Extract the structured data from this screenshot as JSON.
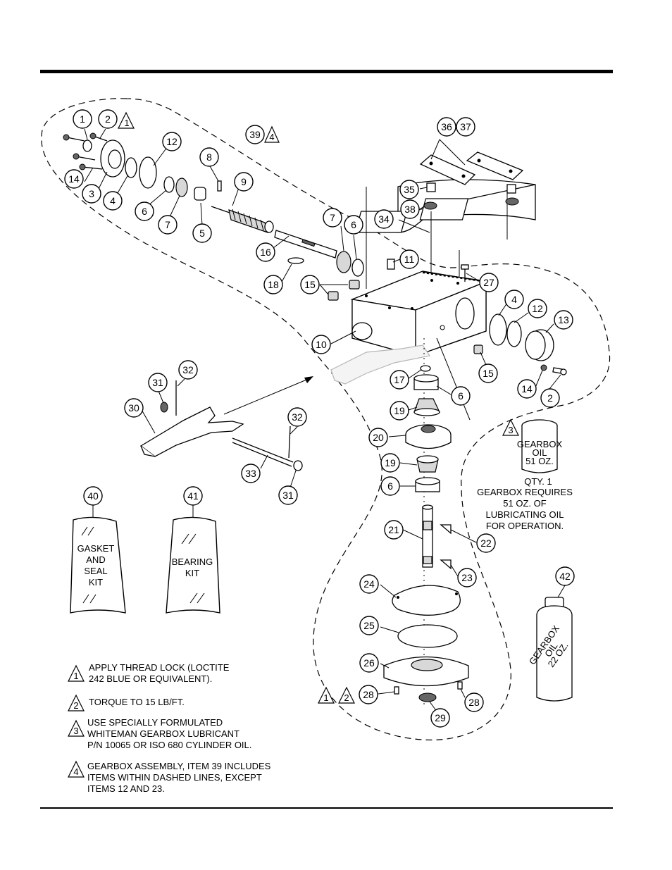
{
  "callouts": {
    "c1": "1",
    "c2a": "2",
    "c2b": "2",
    "c3": "3",
    "c4a": "4",
    "c4b": "4",
    "c5": "5",
    "c6a": "6",
    "c6b": "6",
    "c6c": "6",
    "c6d": "6",
    "c7a": "7",
    "c7b": "7",
    "c8": "8",
    "c9": "9",
    "c10": "10",
    "c11": "11",
    "c12a": "12",
    "c12b": "12",
    "c13": "13",
    "c14a": "14",
    "c14b": "14",
    "c15a": "15",
    "c15b": "15",
    "c16": "16",
    "c17": "17",
    "c18": "18",
    "c19a": "19",
    "c19b": "19",
    "c20": "20",
    "c21": "21",
    "c22": "22",
    "c23": "23",
    "c24": "24",
    "c25": "25",
    "c26": "26",
    "c27": "27",
    "c28a": "28",
    "c28b": "28",
    "c29": "29",
    "c30": "30",
    "c31a": "31",
    "c31b": "31",
    "c32a": "32",
    "c32b": "32",
    "c33": "33",
    "c34": "34",
    "c35": "35",
    "c36": "36",
    "c37": "37",
    "c38": "38",
    "c39": "39",
    "c40": "40",
    "c41": "41",
    "c42": "42"
  },
  "flags": {
    "f1": "1",
    "f4": "4",
    "f3": "3",
    "f1b": "1",
    "f2b": "2"
  },
  "oil_can": {
    "label1": "GEARBOX",
    "label2": "OIL",
    "label3": "51 OZ.",
    "qty": "QTY. 1",
    "req1": "GEARBOX REQUIRES",
    "req2": "51 OZ. OF",
    "req3": "LUBRICATING OIL",
    "req4": "FOR OPERATION."
  },
  "spray_can": {
    "line1": "GEARBOX",
    "line2": "OIL",
    "line3": "22 OZ."
  },
  "kits": {
    "gasket": [
      "GASKET",
      "AND",
      "SEAL",
      "KIT"
    ],
    "bearing": [
      "BEARING",
      "KIT"
    ]
  },
  "notes": [
    {
      "flag": "1",
      "lines": [
        "APPLY THREAD LOCK (LOCTITE",
        "242 BLUE OR EQUIVALENT)."
      ]
    },
    {
      "flag": "2",
      "lines": [
        "TORQUE TO 15 LB/FT."
      ]
    },
    {
      "flag": "3",
      "lines": [
        "USE SPECIALLY FORMULATED",
        "WHITEMAN GEARBOX LUBRICANT",
        "P/N 10065 OR ISO 680 CYLINDER OIL."
      ]
    },
    {
      "flag": "4",
      "lines": [
        "GEARBOX ASSEMBLY, ITEM 39 INCLUDES",
        "ITEMS WITHIN DASHED LINES, EXCEPT",
        "ITEMS 12 AND 23."
      ]
    }
  ]
}
